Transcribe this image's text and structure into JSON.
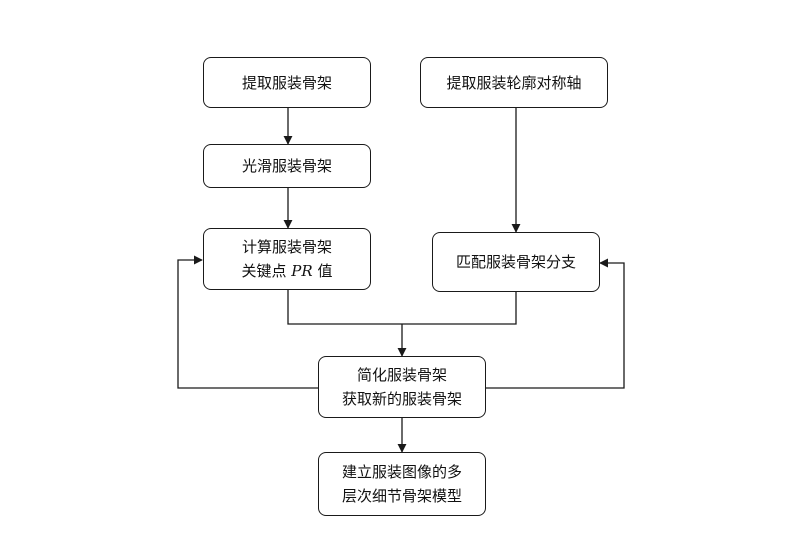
{
  "nodes": {
    "extract_skeleton": {
      "text": "提取服装骨架"
    },
    "extract_axis": {
      "text": "提取服装轮廓对称轴"
    },
    "smooth_skeleton": {
      "text": "光滑服装骨架"
    },
    "compute_pr": {
      "line1": "计算服装骨架",
      "line2_prefix": "关键点 ",
      "line2_italic": "PR",
      "line2_suffix": " 值"
    },
    "match_branches": {
      "text": "匹配服装骨架分支"
    },
    "simplify": {
      "line1": "简化服装骨架",
      "line2": "获取新的服装骨架"
    },
    "build_model": {
      "line1": "建立服装图像的多",
      "line2": "层次细节骨架模型"
    }
  },
  "colors": {
    "line": "#1a1a1a",
    "background": "#ffffff"
  }
}
